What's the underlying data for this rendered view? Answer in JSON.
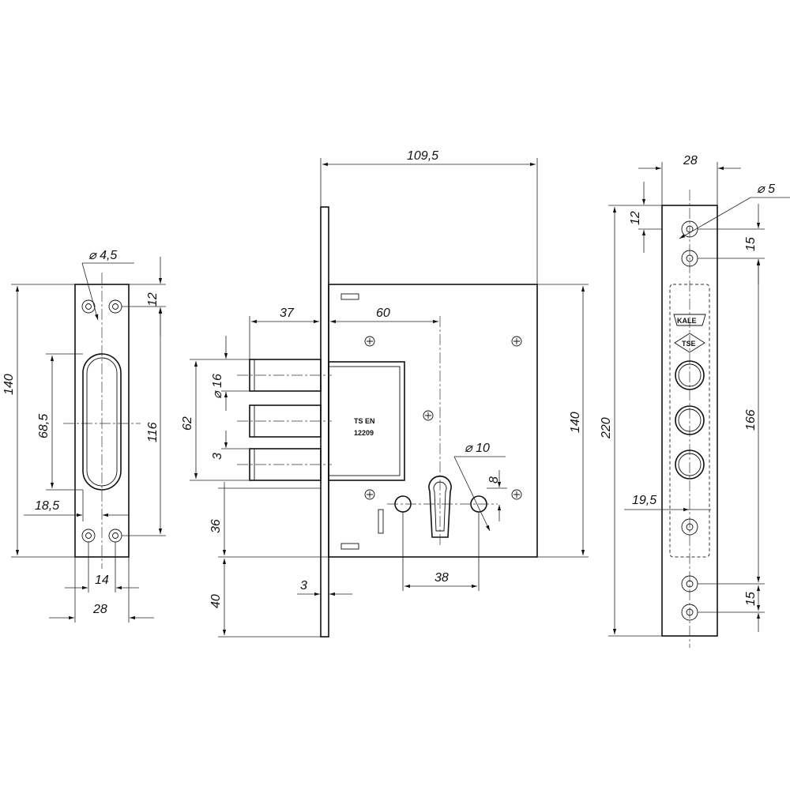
{
  "left_strike": {
    "height": "140",
    "hole_diameter": "⌀ 4,5",
    "top_offset": "12",
    "inner_height": "116",
    "slot_height": "68,5",
    "slot_offset": "18,5",
    "hole_spacing": "14",
    "width": "28"
  },
  "lock_body": {
    "total_width": "109,5",
    "backset": "60",
    "bolt_throw": "37",
    "bolt_diameter": "⌀ 16",
    "bolt_span": "62",
    "bolt_gap": "3",
    "cylinder_diameter": "⌀ 10",
    "cylinder_offset": "8",
    "body_height": "140",
    "lower_offset": "36",
    "bottom_offset": "40",
    "plate_thickness": "3",
    "spindle_spacing": "38",
    "label_line1": "TS EN",
    "label_line2": "12209"
  },
  "right_plate": {
    "width": "28",
    "hole_diameter": "⌀ 5",
    "top_offset": "12",
    "top_hole_spacing": "15",
    "height": "220",
    "inner_height": "166",
    "side_offset": "19,5",
    "bottom_hole_spacing": "15",
    "brand": "KALE",
    "badge": "TSE"
  }
}
